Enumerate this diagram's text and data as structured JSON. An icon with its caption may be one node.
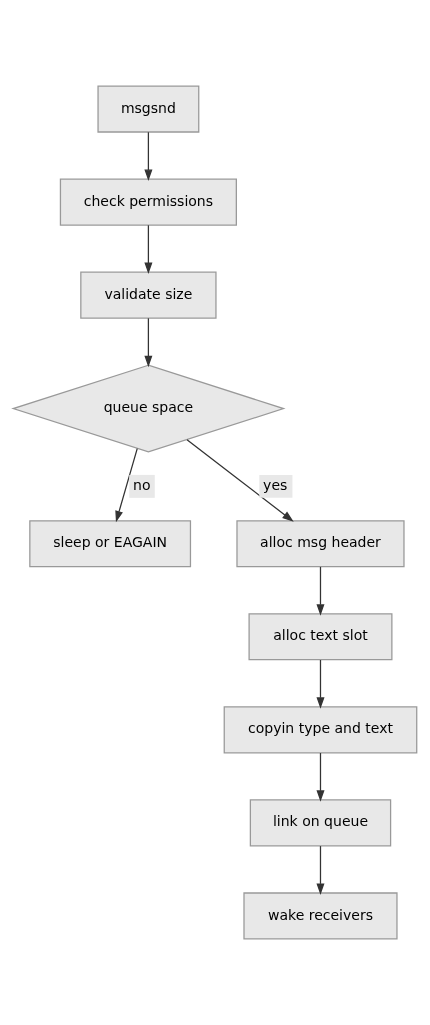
{
  "diagram": {
    "nodes": [
      {
        "text": [
          "msgsnd"
        ]
      },
      {
        "text": [
          "check permissions"
        ]
      },
      {
        "text": [
          "validate size"
        ]
      },
      {
        "text": [
          "queue space"
        ]
      },
      {
        "text": [
          "sleep or EAGAIN"
        ]
      },
      {
        "text": [
          "alloc msg header"
        ]
      },
      {
        "text": [
          "alloc text slot"
        ]
      },
      {
        "text": [
          "copyin type and text"
        ]
      },
      {
        "text": [
          "link on queue"
        ]
      },
      {
        "text": [
          "wake receivers"
        ]
      }
    ],
    "edges": [
      {
        "from": 0,
        "to": 1,
        "arrow": "to"
      },
      {
        "from": 1,
        "to": 2,
        "arrow": "to"
      },
      {
        "from": 2,
        "to": 3,
        "arrow": "to"
      },
      {
        "from": 3,
        "to": 4,
        "arrow": "to",
        "label": "no"
      },
      {
        "from": 3,
        "to": 5,
        "arrow": "to",
        "label": "yes"
      },
      {
        "from": 5,
        "to": 6,
        "arrow": "to"
      },
      {
        "from": 6,
        "to": 7,
        "arrow": "to"
      },
      {
        "from": 7,
        "to": 8,
        "arrow": "to"
      },
      {
        "from": 8,
        "to": 9,
        "arrow": "to"
      }
    ]
  }
}
